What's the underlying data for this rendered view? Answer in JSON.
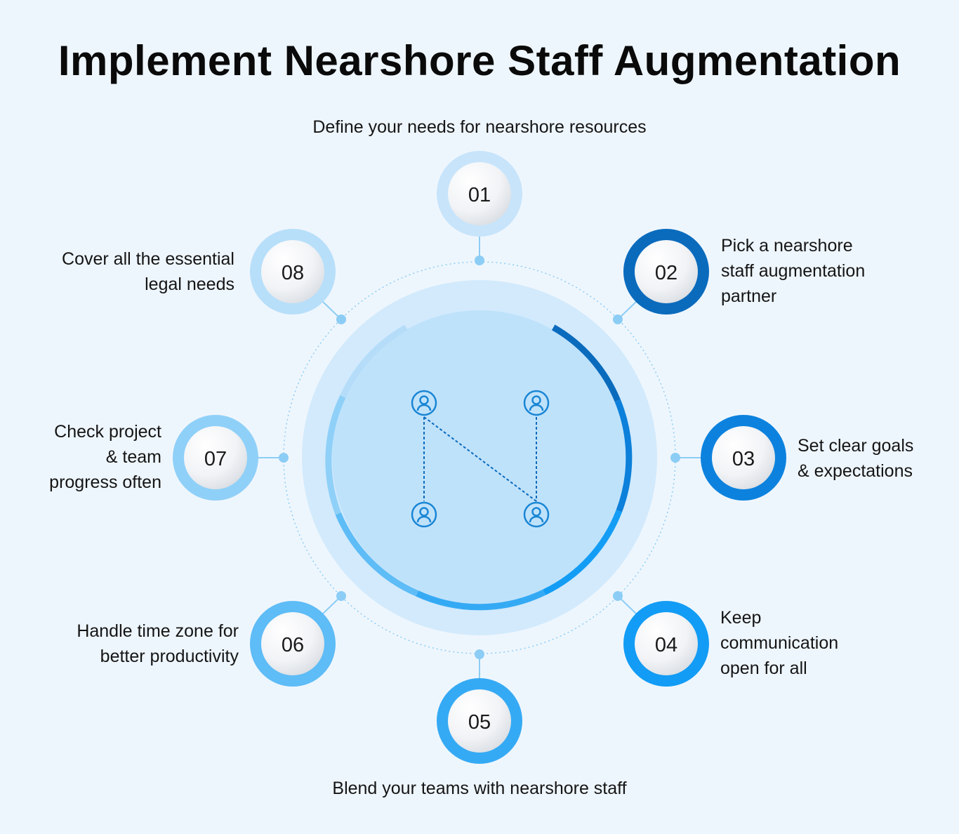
{
  "title": "Implement Nearshore Staff Augmentation",
  "steps": [
    {
      "number": "01",
      "label": "Define your needs for nearshore resources",
      "ring_color": "#c7e4fb"
    },
    {
      "number": "02",
      "label": "Pick a nearshore\nstaff augmentation\npartner",
      "ring_color": "#0a6bbd"
    },
    {
      "number": "03",
      "label": "Set clear goals\n& expectations",
      "ring_color": "#0c82de"
    },
    {
      "number": "04",
      "label": "Keep\ncommunication\nopen for all",
      "ring_color": "#129cf5"
    },
    {
      "number": "05",
      "label": "Blend your teams with nearshore staff",
      "ring_color": "#35aaf4"
    },
    {
      "number": "06",
      "label": "Handle time zone for\nbetter productivity",
      "ring_color": "#5ebcf6"
    },
    {
      "number": "07",
      "label": "Check project\n& team\nprogress often",
      "ring_color": "#8fd0f8"
    },
    {
      "number": "08",
      "label": "Cover all the essential\nlegal needs",
      "ring_color": "#b7dffa"
    }
  ],
  "center_icons": [
    "user-circle-icon",
    "user-circle-icon",
    "user-circle-icon",
    "user-circle-icon"
  ],
  "colors": {
    "background": "#eef6fd",
    "outer_disc": "#d2eafc",
    "inner_disc": "#bfe2fb",
    "accent_blue": "#0a6bbd",
    "connector": "#8ccdf5"
  }
}
